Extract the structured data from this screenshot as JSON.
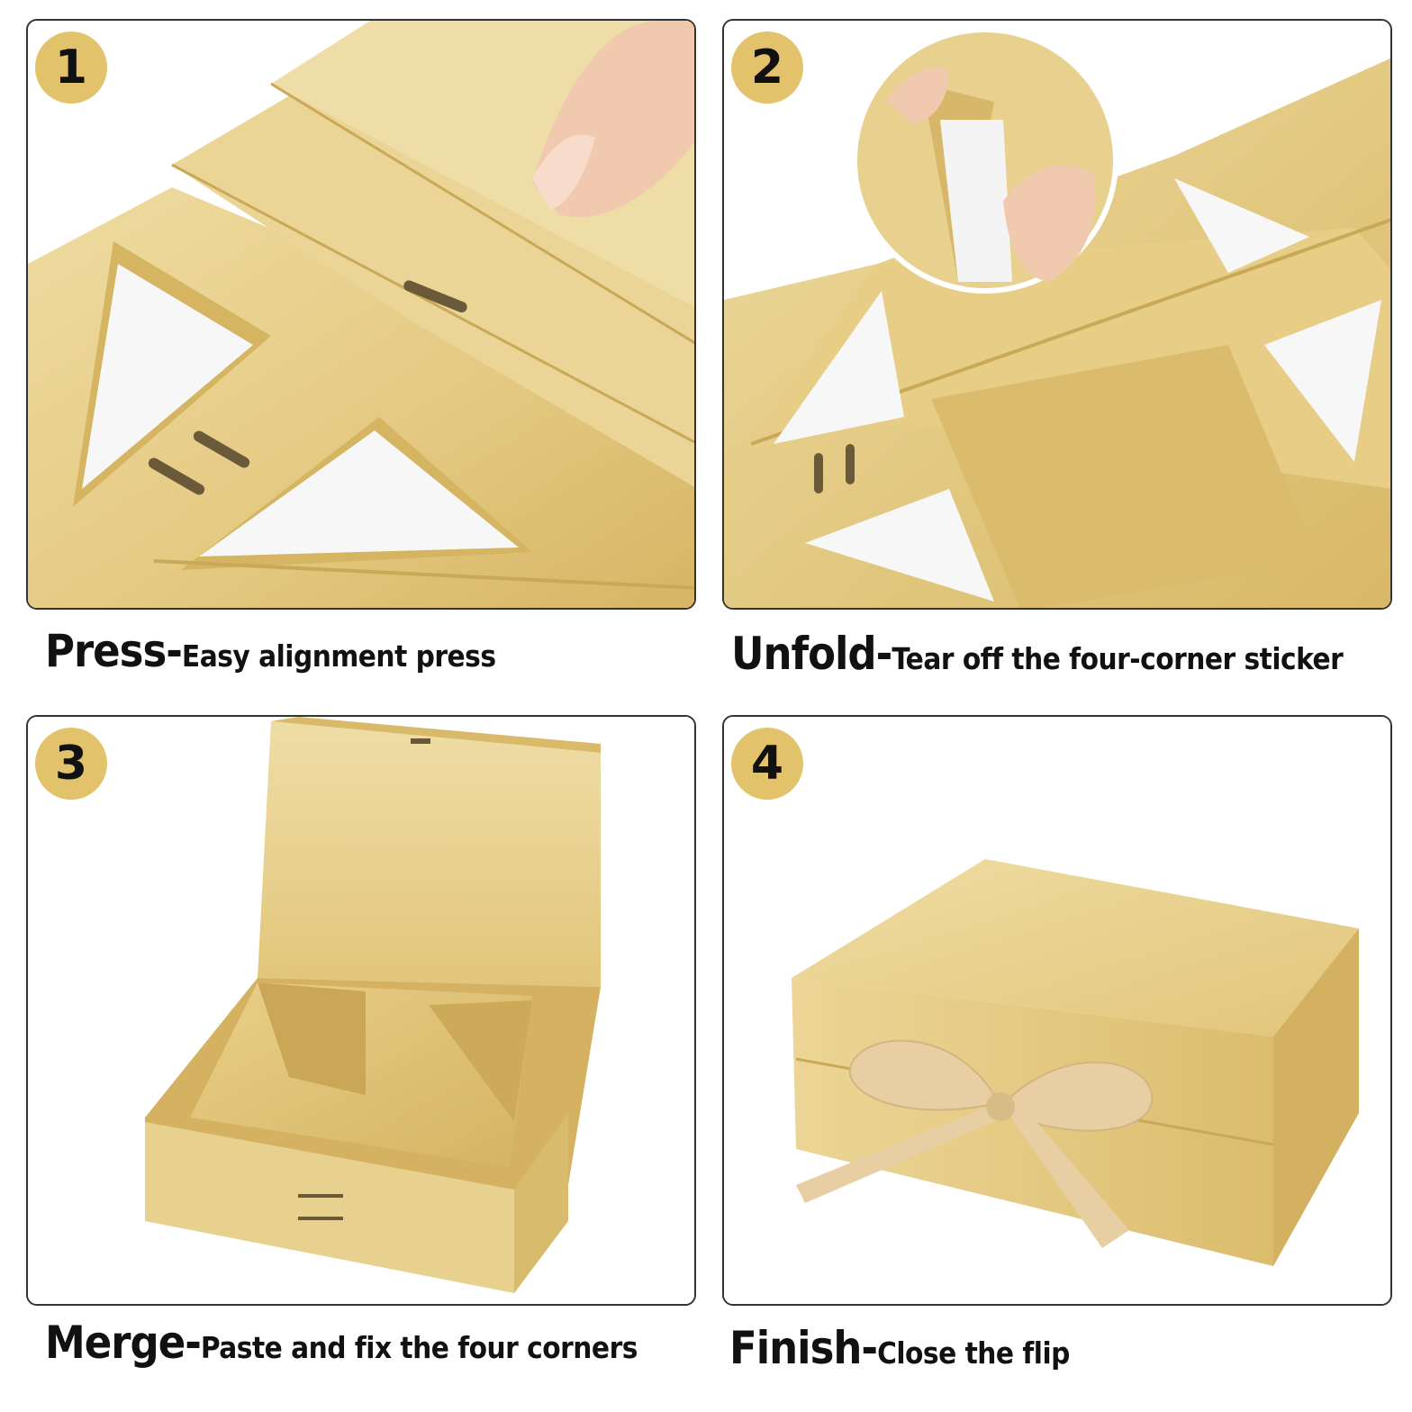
{
  "colors": {
    "badge": "#e2c26b",
    "gold_light": "#eedb9f",
    "gold_mid": "#e3c77c",
    "gold_dark": "#c9a857",
    "sticker": "#f7f7f7",
    "ribbon": "#e8cfa3",
    "border": "#333333"
  },
  "steps": [
    {
      "number": "1",
      "title": "Press-",
      "description": "Easy alignment press"
    },
    {
      "number": "2",
      "title": "Unfold-",
      "description": "Tear off the four-corner sticker"
    },
    {
      "number": "3",
      "title": "Merge-",
      "description": "Paste and fix the four corners"
    },
    {
      "number": "4",
      "title": "Finish-",
      "description": "Close the flip"
    }
  ]
}
